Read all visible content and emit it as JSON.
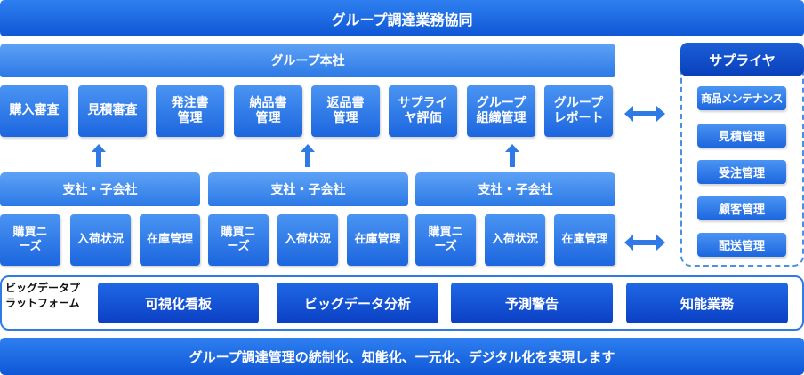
{
  "header": {
    "title": "グループ調達業務協同"
  },
  "group_hq": {
    "title": "グループ本社",
    "modules": [
      "購入審査",
      "見積審査",
      "発注書\n管理",
      "納品書\n管理",
      "返品書\n管理",
      "サプライ\nヤ評価",
      "グループ\n組織管理",
      "グループ\nレポート"
    ]
  },
  "branches": [
    {
      "title": "支社・子会社",
      "modules": [
        "購買ニ\nーズ",
        "入荷状況",
        "在庫管理"
      ]
    },
    {
      "title": "支社・子会社",
      "modules": [
        "購買ニ\nーズ",
        "入荷状況",
        "在庫管理"
      ]
    },
    {
      "title": "支社・子会社",
      "modules": [
        "購買ニ\nーズ",
        "入荷状況",
        "在庫管理"
      ]
    }
  ],
  "supplier": {
    "title": "サプライヤ",
    "modules": [
      "商品メンテナンス",
      "見積管理",
      "受注管理",
      "顧客管理",
      "配送管理"
    ]
  },
  "bigdata": {
    "label": "ビッグデータプ\nラットフォーム",
    "modules": [
      "可視化看板",
      "ビッグデータ分析",
      "予測警告",
      "知能業務"
    ]
  },
  "footer": {
    "text": "グループ調達管理の統制化、知能化、一元化、デジタル化を実現します"
  },
  "colors": {
    "primary": "#1565e0",
    "light": "#4a94f3",
    "border": "#2f7ae5"
  }
}
